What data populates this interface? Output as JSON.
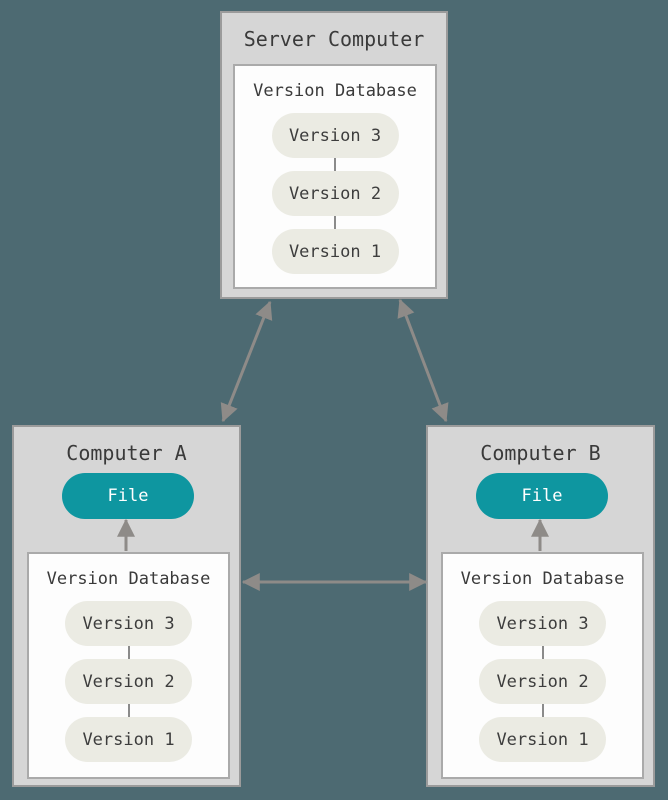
{
  "diagram": {
    "server": {
      "title": "Server Computer",
      "database": {
        "title": "Version Database",
        "versions": [
          "Version 3",
          "Version 2",
          "Version 1"
        ]
      }
    },
    "computer_a": {
      "title": "Computer A",
      "file_label": "File",
      "database": {
        "title": "Version Database",
        "versions": [
          "Version 3",
          "Version 2",
          "Version 1"
        ]
      }
    },
    "computer_b": {
      "title": "Computer B",
      "file_label": "File",
      "database": {
        "title": "Version Database",
        "versions": [
          "Version 3",
          "Version 2",
          "Version 1"
        ]
      }
    },
    "connections": [
      {
        "name": "server-to-computer-a",
        "type": "bidirectional-arrow"
      },
      {
        "name": "server-to-computer-b",
        "type": "bidirectional-arrow"
      },
      {
        "name": "computer-a-to-computer-b",
        "type": "bidirectional-arrow"
      },
      {
        "name": "computer-a-database-to-file",
        "type": "up-arrow"
      },
      {
        "name": "computer-b-database-to-file",
        "type": "up-arrow"
      }
    ]
  },
  "colors": {
    "background": "#4d6a72",
    "machine_fill": "#d6d6d6",
    "machine_border": "#9b9b9b",
    "database_fill": "#fdfdfd",
    "database_border": "#aaaaaa",
    "version_pill_fill": "#ebebe3",
    "file_pill_fill": "#0e96a0",
    "file_pill_text": "#ffffff",
    "text": "#3a3a3a",
    "arrow": "#8e8b88"
  }
}
